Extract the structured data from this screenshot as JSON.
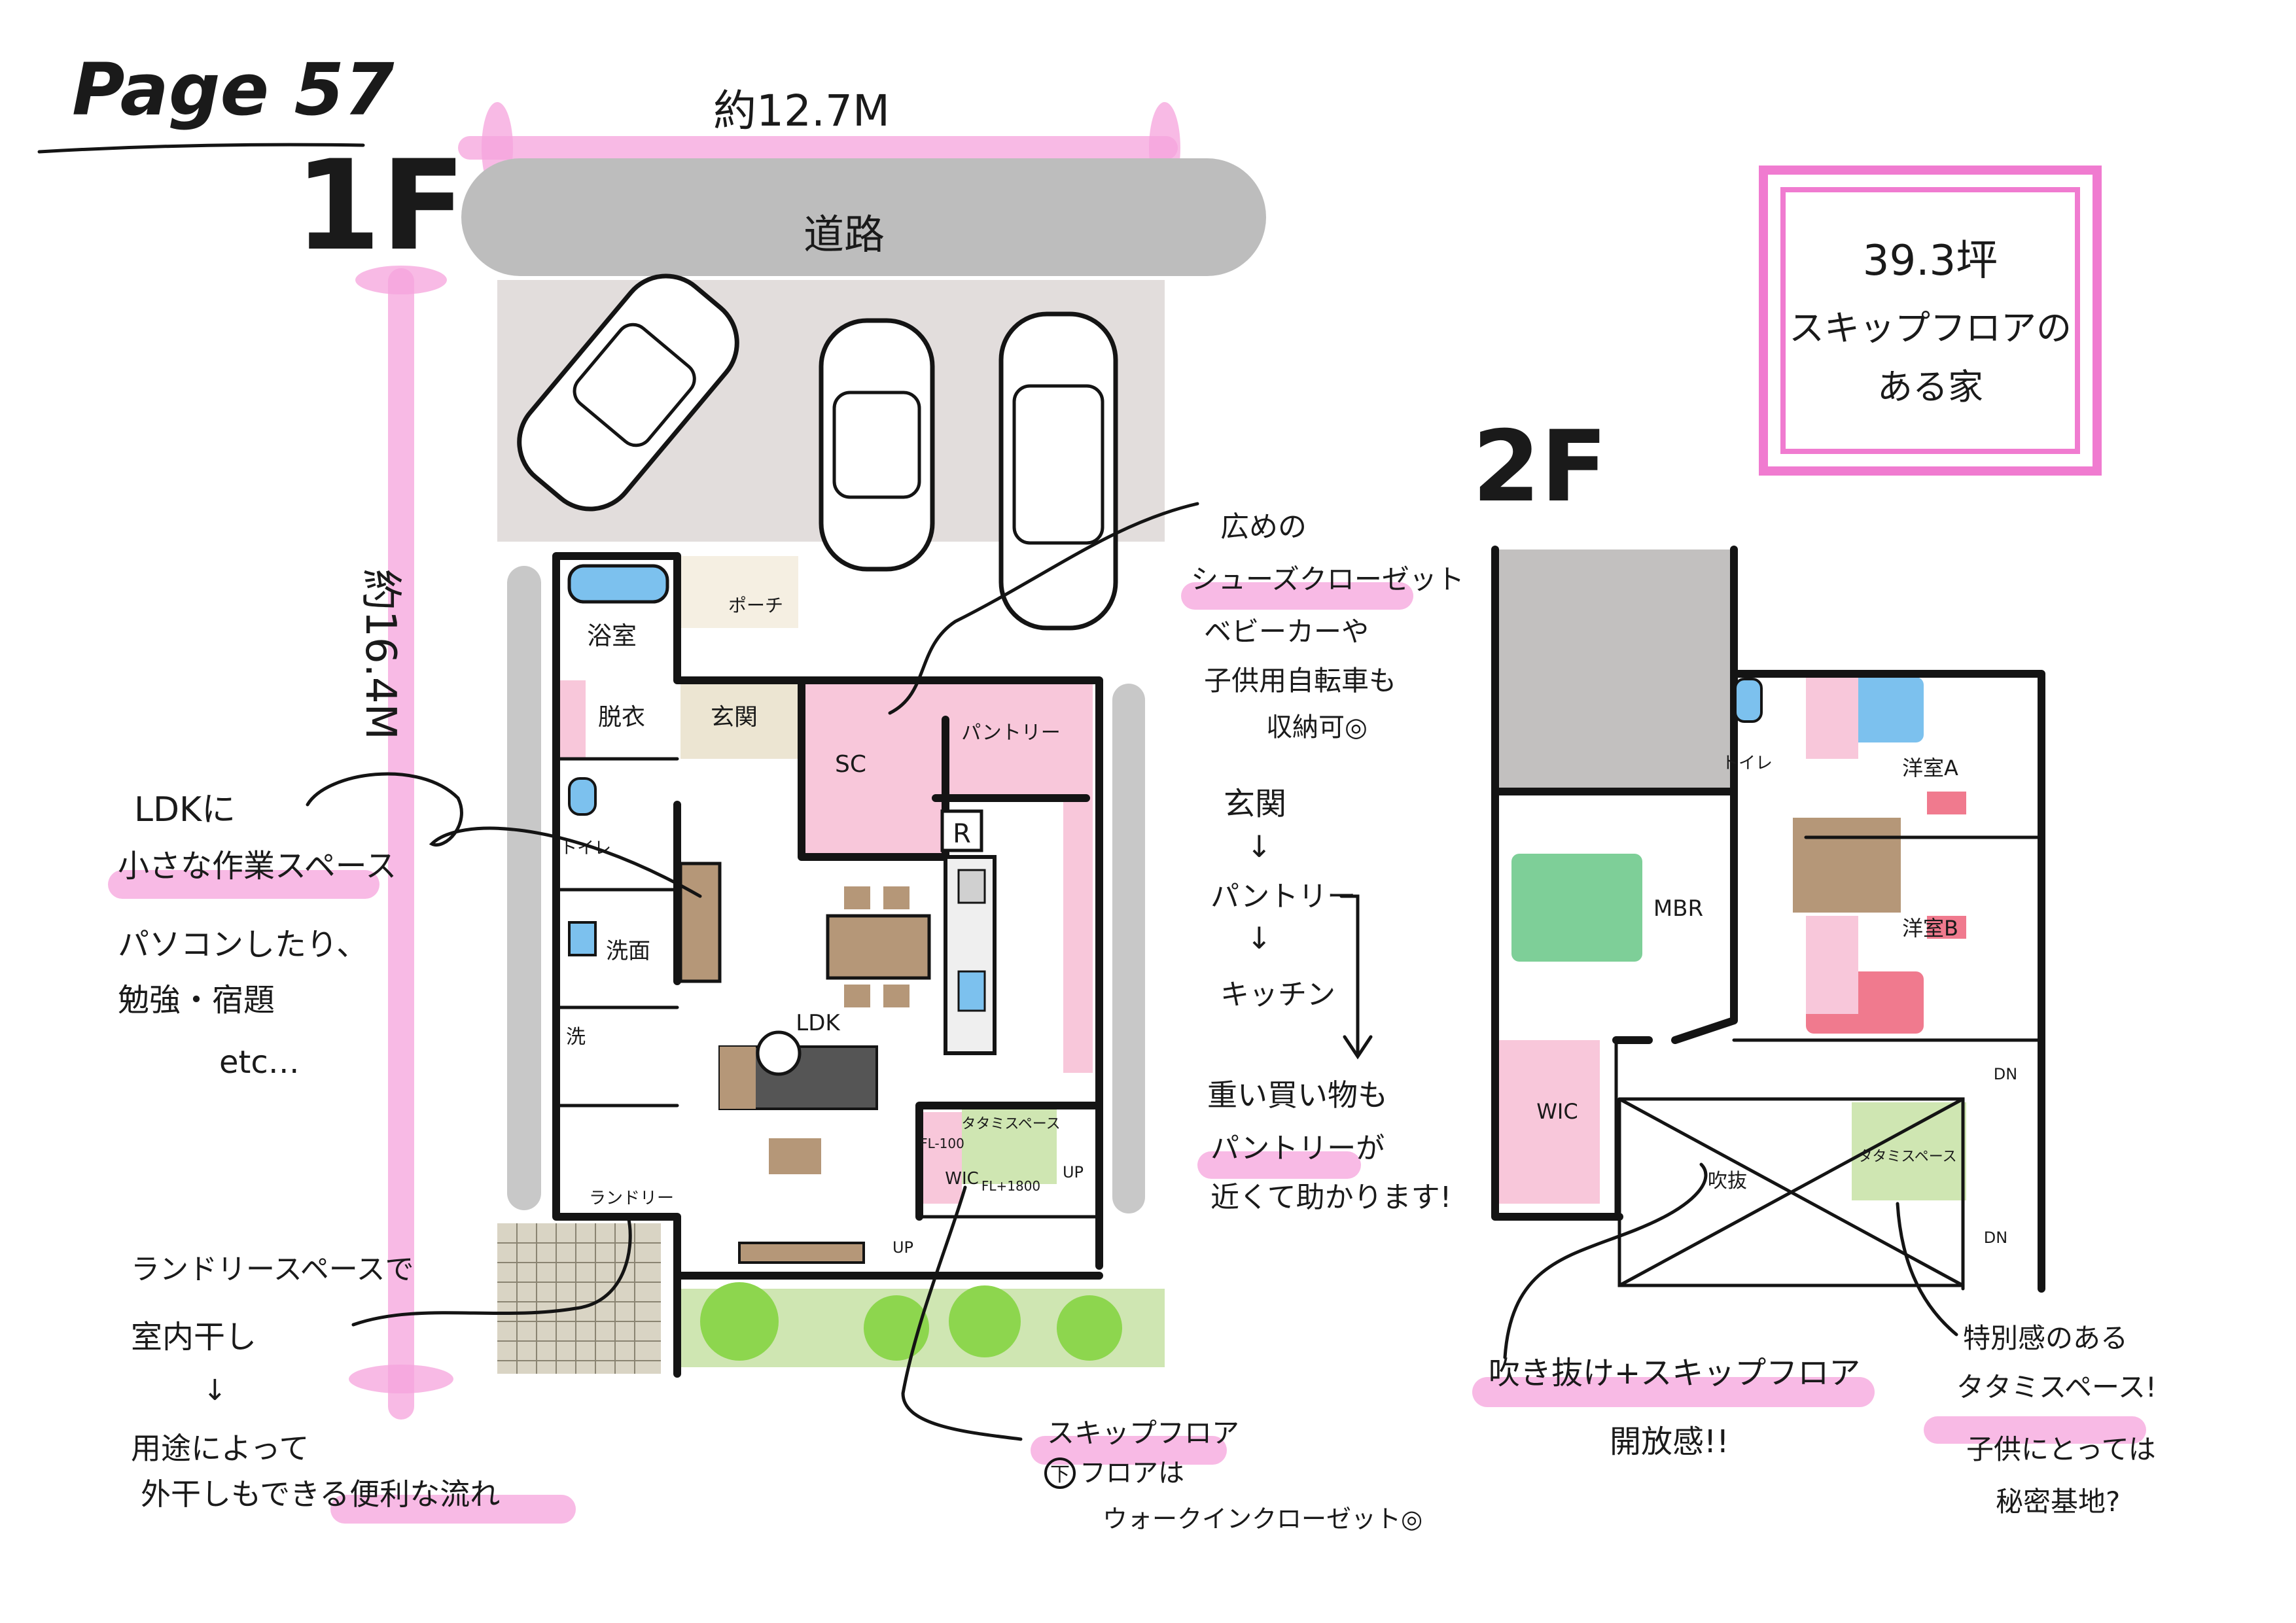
{
  "page_label": "Page 57",
  "floor1_label": "1F",
  "floor2_label": "2F",
  "dim_width": "約12.7M",
  "dim_depth": "約16.4M",
  "road": "道路",
  "summary": {
    "area": "39.3坪",
    "line1": "スキップフロアの",
    "line2": "ある家"
  },
  "rooms1f": {
    "bath": "浴室",
    "porch": "ポーチ",
    "dressing": "脱衣",
    "entrance": "玄関",
    "sc": "SC",
    "pantry": "パントリー",
    "toilet": "トイレ",
    "washroom": "洗面",
    "laundry": "ランドリー",
    "ldk": "LDK",
    "fridge": "R",
    "tatami": "タタミスペース",
    "fl100": "FL-100",
    "wic": "WIC",
    "fl1800": "FL+1800",
    "up1": "UP",
    "up2": "UP",
    "wash_short": "洗"
  },
  "rooms2f": {
    "toilet": "トイレ",
    "room_a": "洋室A",
    "room_b": "洋室B",
    "mbr": "MBR",
    "wic": "WIC",
    "void": "吹抜",
    "tatami": "タタミスペース",
    "dn1": "DN",
    "dn2": "DN"
  },
  "notes": {
    "shoe_1": "広めの",
    "shoe_2": "シューズクローゼット",
    "shoe_3": "ベビーカーや",
    "shoe_4": "子供用自転車も",
    "shoe_5": "収納可◎",
    "flow_1": "玄関",
    "flow_2": "パントリー",
    "flow_3": "キッチン",
    "flow_4": "重い買い物も",
    "flow_5": "パントリーが",
    "flow_6": "近くて助かります!",
    "ldk_1": "LDKに",
    "ldk_2": "小さな作業スペース",
    "ldk_3": "パソコンしたり、",
    "ldk_4": "勉強・宿題",
    "ldk_5": "etc…",
    "laundry_1": "ランドリースペースで",
    "laundry_2": "室内干し",
    "laundry_3": "↓",
    "laundry_4": "用途によって",
    "laundry_5": "外干しもできる便利な流れ",
    "skip_1": "スキップフロア",
    "skip_2": "下",
    "skip_3": "フロアは",
    "skip_4": "ウォークインクローゼット◎",
    "void_1": "吹き抜け+スキップフロア",
    "void_2": "開放感!!",
    "tatami_1": "特別感のある",
    "tatami_2": "タタミスペース!",
    "tatami_3": "子供にとっては",
    "tatami_4": "秘密基地?"
  },
  "colors": {
    "highlight": "#f5a3dc",
    "pink_room": "#f8c7da",
    "tatami": "#cfe6b2",
    "wood": "#b59778",
    "parking": "#e2dddc",
    "road": "#bdbdbd",
    "garden": "#8dd64e",
    "blue_bed": "#7cc1ee",
    "green_bed": "#7ecf98",
    "red_bed": "#f07a8e"
  }
}
